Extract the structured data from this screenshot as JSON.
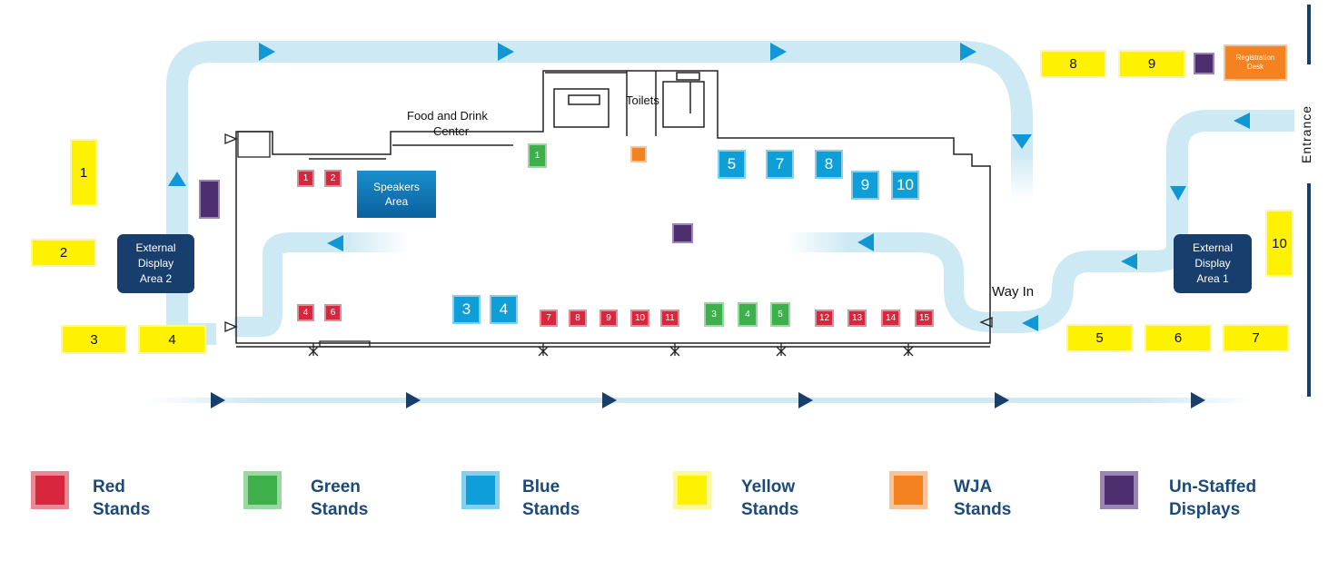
{
  "map": {
    "labels": {
      "food_and_drink": "Food and Drink",
      "center": "Center",
      "toilets": "Toilets",
      "way_in": "Way In",
      "entrance": "Entrance"
    },
    "speakers_area": "Speakers\nArea",
    "external_display_1": "External\nDisplay\nArea 1",
    "external_display_2": "External\nDisplay\nArea 2",
    "registration_desk": "Registration\nDesk",
    "red_stands": [
      "1",
      "2",
      "4",
      "6",
      "7",
      "8",
      "9",
      "10",
      "11",
      "12",
      "13",
      "14",
      "15"
    ],
    "green_stands": [
      "1",
      "3",
      "4",
      "5"
    ],
    "blue_stands": [
      "3",
      "4",
      "5",
      "7",
      "8",
      "9",
      "10"
    ],
    "yellow_stands": [
      "1",
      "2",
      "3",
      "4",
      "5",
      "6",
      "7",
      "8",
      "9",
      "10"
    ]
  },
  "legend": [
    {
      "line1": "Red",
      "line2": "Stands",
      "color": "#d7263d",
      "border": "#e98996"
    },
    {
      "line1": "Green",
      "line2": "Stands",
      "color": "#3db04b",
      "border": "#9bd7a2"
    },
    {
      "line1": "Blue",
      "line2": "Stands",
      "color": "#0f9fd8",
      "border": "#86cff0"
    },
    {
      "line1": "Yellow",
      "line2": "Stands",
      "color": "#fff200",
      "border": "#fff89a"
    },
    {
      "line1": "WJA",
      "line2": "Stands",
      "color": "#f58220",
      "border": "#f9c39a"
    },
    {
      "line1": "Un-Staffed",
      "line2": "Displays",
      "color": "#4d2e6e",
      "border": "#9a86b3"
    }
  ],
  "colors": {
    "path": "#cde9f4",
    "arrow": "#1097d4",
    "dark_arrow": "#173e6d",
    "navy": "#173e6d"
  }
}
